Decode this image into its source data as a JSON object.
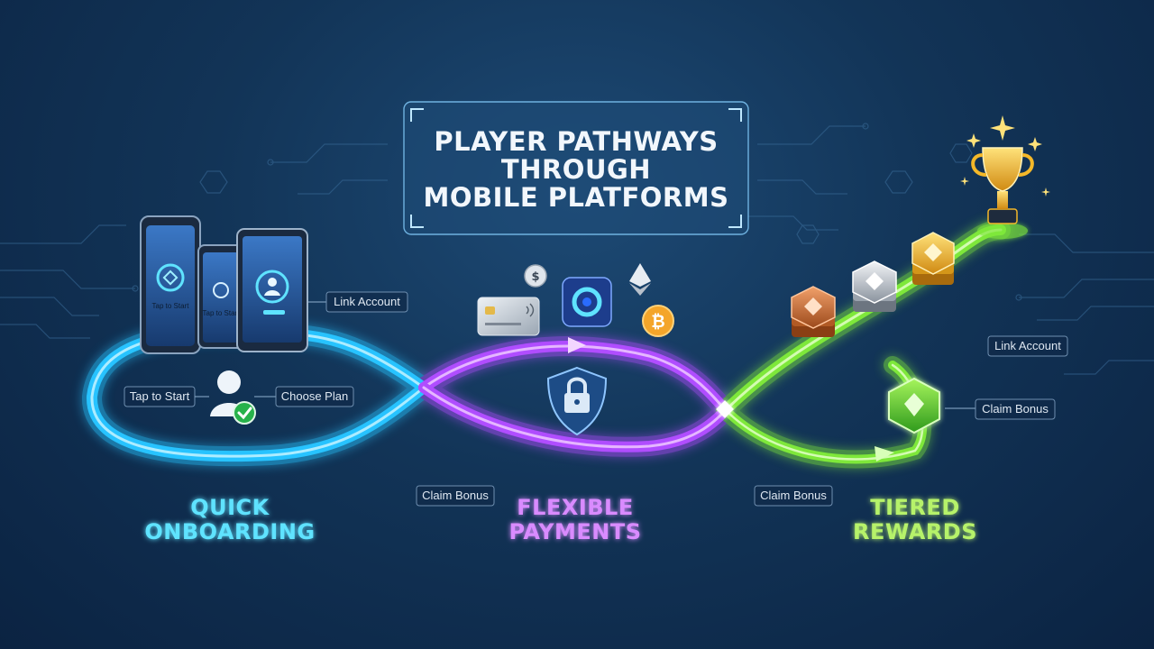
{
  "title": {
    "line1": "PLAYER PATHWAYS",
    "line2": "THROUGH",
    "line3": "MOBILE PLATFORMS"
  },
  "stages": [
    {
      "line1": "QUICK",
      "line2": "ONBOARDING",
      "color": "#5fe3ff"
    },
    {
      "line1": "FLEXIBLE",
      "line2": "PAYMENTS",
      "color": "#d98bff"
    },
    {
      "line1": "TIERED",
      "line2": "REWARDS",
      "color": "#b6f26a"
    }
  ],
  "labels": {
    "link_account_1": "Link Account",
    "tap_to_start": "Tap to Start",
    "choose_plan": "Choose Plan",
    "claim_bonus_1": "Claim Bonus",
    "claim_bonus_2": "Claim Bonus",
    "link_account_2": "Link Account",
    "claim_bonus_3": "Claim Bonus"
  },
  "devices": {
    "phone_text": "Tap to Start",
    "small_phone_text": "Tap to Start"
  },
  "colors": {
    "path_blue": "#27c3ff",
    "path_purple": "#b04dff",
    "path_green": "#7ee83a",
    "gold": "#f4b829",
    "silver": "#c5ccd5",
    "bronze": "#d1743a",
    "emerald": "#4fcf2c"
  }
}
